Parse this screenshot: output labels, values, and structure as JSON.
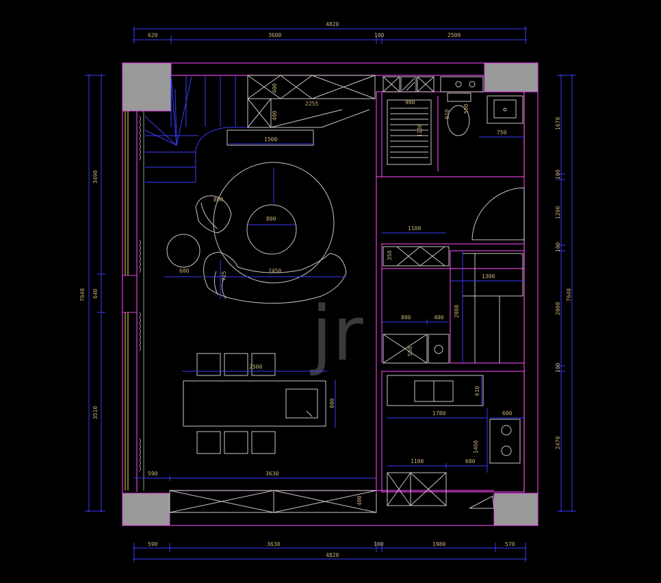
{
  "dimensions": {
    "top_total": "4820",
    "top": [
      "620",
      "3600",
      "100",
      "2500"
    ],
    "bottom_total": "4820",
    "bottom": [
      "590",
      "3630",
      "100",
      "1980",
      "570"
    ],
    "left_total": "7648",
    "left": [
      "3490",
      "640",
      "3510"
    ],
    "right_total": "7648",
    "right": [
      "1670",
      "100",
      "1280",
      "100",
      "2008",
      "100",
      "2470"
    ]
  },
  "interior_labels": {
    "cabinet_height": "400",
    "cabinet_depth": "400",
    "cabinet_width": "2255",
    "bath_width": "900",
    "shower_depth": "1130",
    "toilet_depth": "550",
    "toilet_label": "610",
    "basin_width": "750",
    "stair_width": "1500",
    "chair": "800",
    "table_round": "800",
    "side_table": "600",
    "sofa_depth": "725",
    "sofa_width": "2450",
    "counter": "1100",
    "counter_depth": "350",
    "wardrobe_width": "1300",
    "wardrobe_height": "2008",
    "stove_a": "800",
    "stove_b": "400",
    "stove_depth": "550",
    "dining_width": "2500",
    "dining_depth": "800",
    "sink_depth": "610",
    "kitchen_width": "1780",
    "hob_width": "600",
    "kitchen_depth": "1460",
    "kitchen_lower_a": "1100",
    "kitchen_lower_b": "680",
    "bottom_left": "590",
    "bottom_cab": "3630",
    "bottom_cab_depth": "400"
  },
  "watermark": "jr",
  "colors": {
    "wall": "#e040e0",
    "dimension": "#3b3bff",
    "furniture": "#c8c8c8",
    "text": "#c8b27a",
    "column": "#9a9a9a",
    "window": "#e8e84a"
  }
}
